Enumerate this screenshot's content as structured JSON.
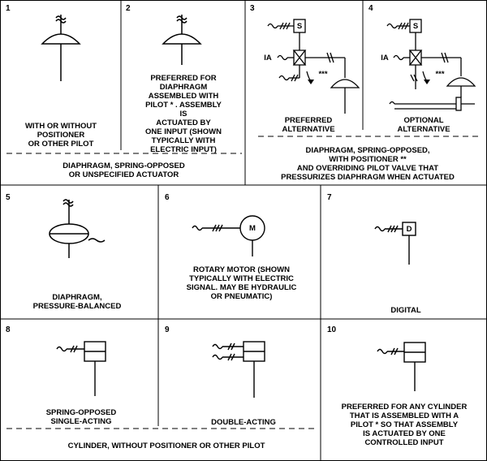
{
  "cells": {
    "c1": {
      "num": "1",
      "caption": "WITH OR WITHOUT\nPOSITIONER\nOR OTHER PILOT"
    },
    "c2": {
      "num": "2",
      "caption": "PREFERRED FOR\nDIAPHRAGM\nASSEMBLED WITH\nPILOT * . ASSEMBLY\nIS\nACTUATED BY\nONE INPUT (SHOWN\nTYPICALLY WITH\nELECTRIC INPUT)"
    },
    "c3": {
      "num": "3",
      "caption": "PREFERRED\nALTERNATIVE",
      "ia": "IA",
      "s": "S",
      "stars": "***"
    },
    "c4": {
      "num": "4",
      "caption": "OPTIONAL\nALTERNATIVE",
      "ia": "IA",
      "s": "S",
      "stars": "***"
    },
    "c5": {
      "num": "5",
      "caption": "DIAPHRAGM,\nPRESSURE-BALANCED"
    },
    "c6": {
      "num": "6",
      "caption": "ROTARY MOTOR  (SHOWN\nTYPICALLY WITH ELECTRIC\nSIGNAL.  MAY BE HYDRAULIC\nOR PNEUMATIC)",
      "m": "M"
    },
    "c7": {
      "num": "7",
      "caption": "DIGITAL",
      "d": "D"
    },
    "c8": {
      "num": "8",
      "caption": "SPRING-OPPOSED\nSINGLE-ACTING"
    },
    "c9": {
      "num": "9",
      "caption": "DOUBLE-ACTING"
    },
    "c10": {
      "num": "10",
      "caption": "PREFERRED FOR ANY CYLINDER\nTHAT IS ASSEMBLED WITH A\nPILOT * SO THAT ASSEMBLY\nIS ACTUATED BY ONE\nCONTROLLED INPUT"
    }
  },
  "group_captions": {
    "g12": "DIAPHRAGM, SPRING-OPPOSED\nOR UNSPECIFIED ACTUATOR",
    "g34": "DIAPHRAGM,  SPRING-OPPOSED,\nWITH POSITIONER **\nAND OVERRIDING PILOT VALVE THAT\nPRESSURIZES DIAPHRAGM WHEN ACTUATED",
    "g8910": "CYLINDER, WITHOUT POSITIONER OR OTHER PILOT"
  }
}
